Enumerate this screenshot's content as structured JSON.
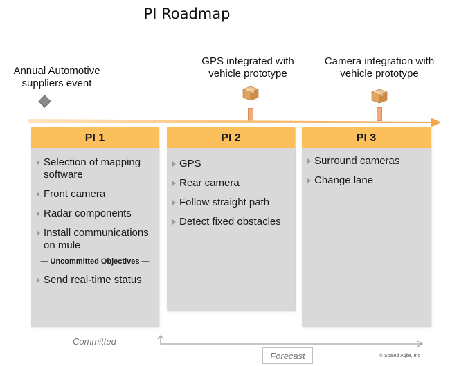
{
  "title": "PI Roadmap",
  "milestones": [
    {
      "label": "Annual Automotive suppliers event"
    },
    {
      "label": "GPS integrated with vehicle prototype"
    },
    {
      "label": "Camera integration with vehicle prototype"
    }
  ],
  "increments": [
    {
      "title": "PI 1",
      "items": [
        "Selection of mapping software",
        "Front camera",
        "Radar components",
        "Install communications on mule"
      ],
      "uncommitted_heading": "— Uncommitted Objectives —",
      "uncommitted_items": [
        "Send real-time status"
      ]
    },
    {
      "title": "PI 2",
      "items": [
        "GPS",
        "Rear camera",
        "Follow straight path",
        "Detect fixed obstacles"
      ]
    },
    {
      "title": "PI 3",
      "items": [
        "Surround cameras",
        "Change lane"
      ]
    }
  ],
  "footer": {
    "committed": "Committed",
    "forecast": "Forecast",
    "copyright": "© Scaled Agile, Inc"
  },
  "colors": {
    "timeline": "#f7b05b",
    "header": "#fbbf5c",
    "box": "#d9d9d9",
    "milestone_stem": "#f4a97a",
    "diamond": "#8a8a8a"
  },
  "icons": [
    "diamond-icon",
    "package-icon",
    "triangle-bullet-icon"
  ]
}
